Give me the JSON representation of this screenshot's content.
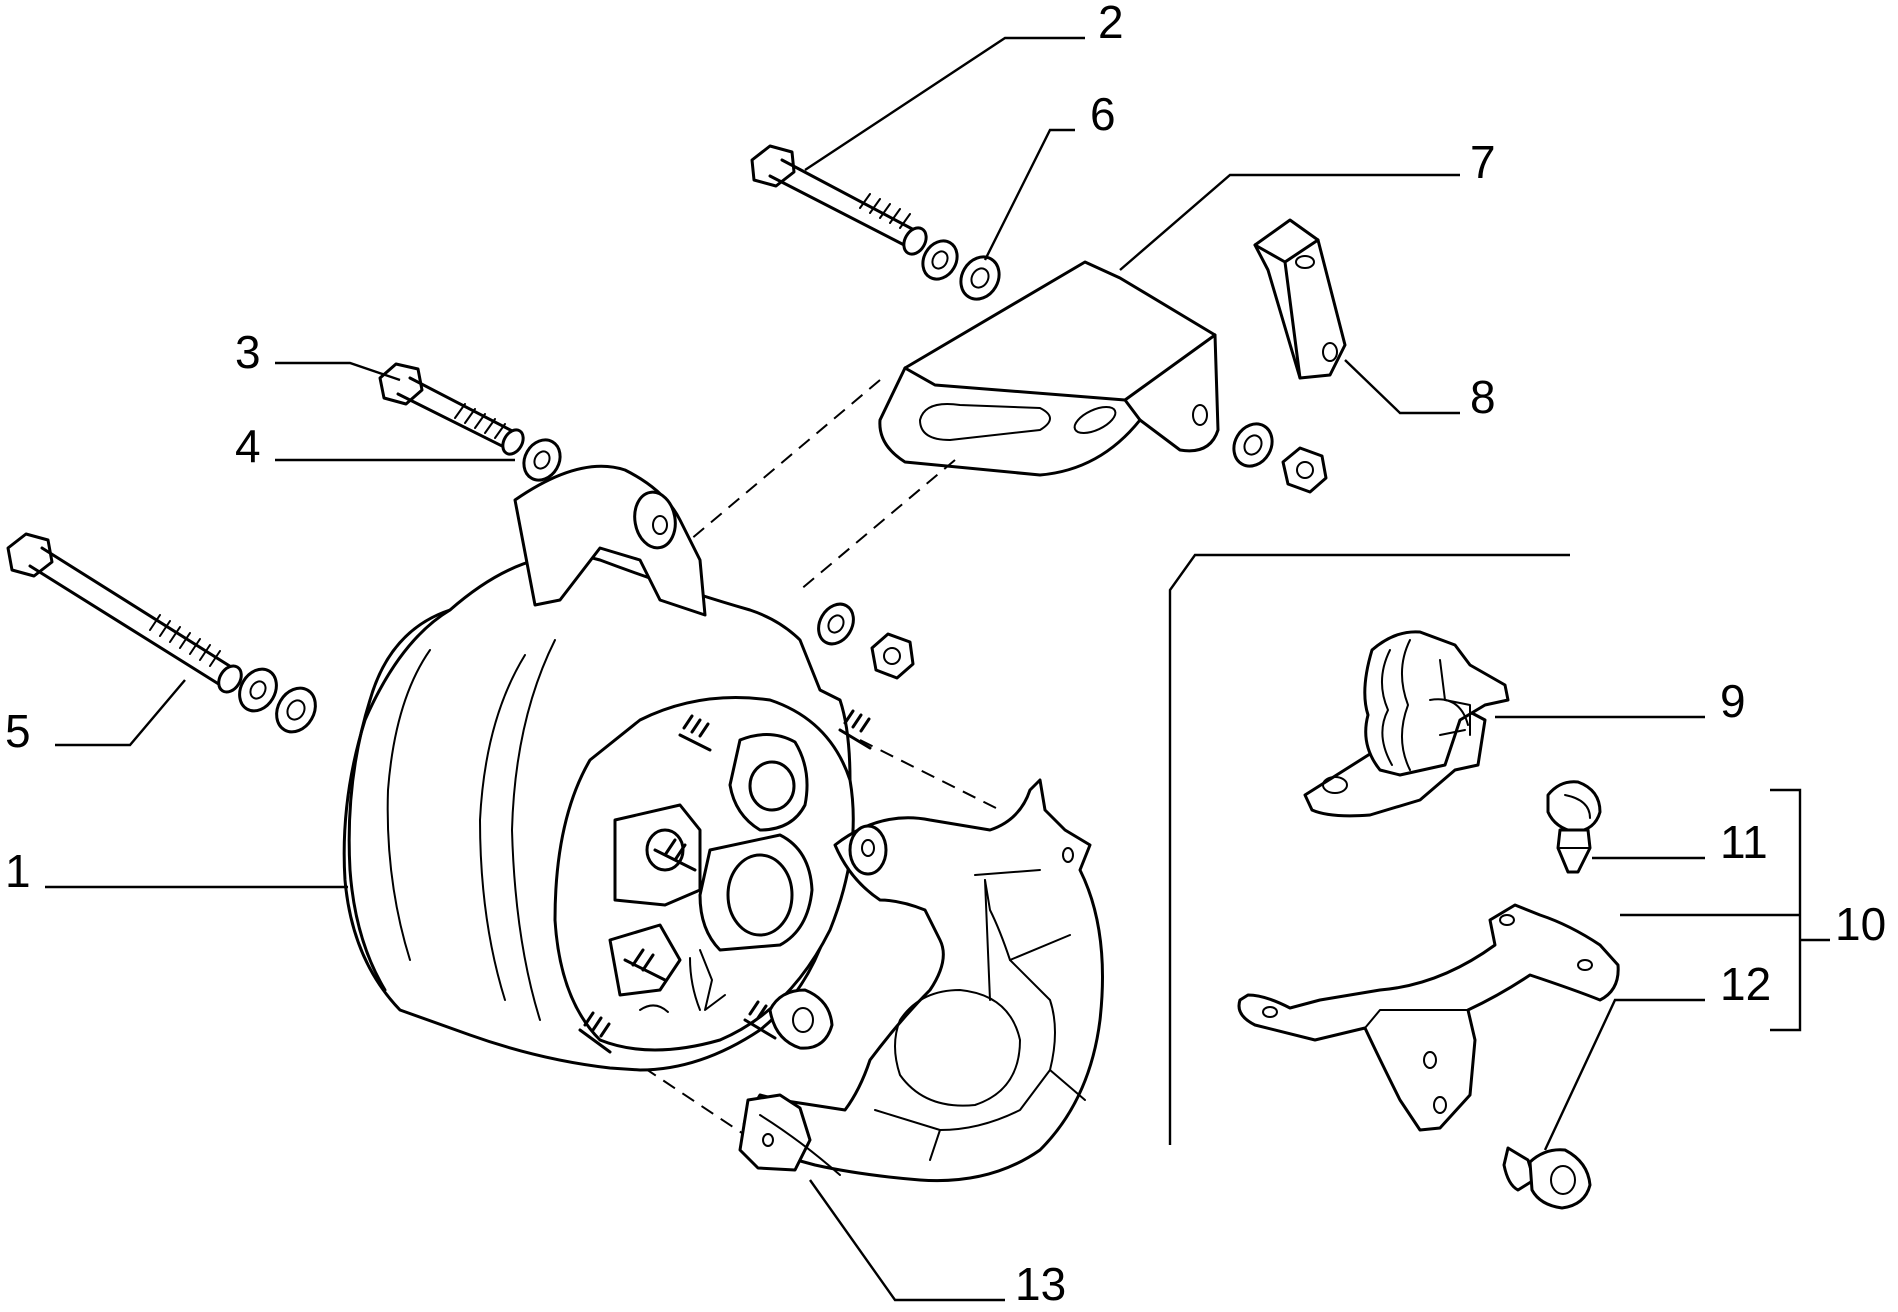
{
  "callouts": {
    "c1": "1",
    "c2": "2",
    "c3": "3",
    "c4": "4",
    "c5": "5",
    "c6": "6",
    "c7": "7",
    "c8": "8",
    "c9": "9",
    "c10": "10",
    "c11": "11",
    "c12": "12",
    "c13": "13"
  },
  "colors": {
    "ink": "#000000",
    "paper": "#ffffff"
  }
}
